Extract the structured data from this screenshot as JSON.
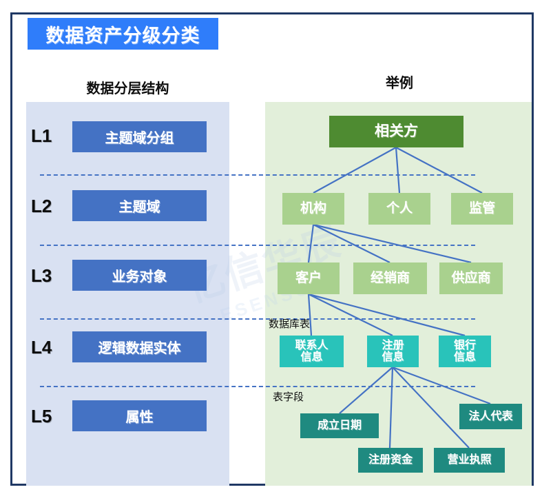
{
  "title": "数据资产分级分类",
  "columns": {
    "left_heading": "数据分层结构",
    "right_heading": "举例"
  },
  "colors": {
    "frame_border": "#1f3864",
    "title_badge": "#2f7dfa",
    "left_panel_bg": "#d9e1f2",
    "right_panel_bg": "#e2efda",
    "level_box": "#4472c4",
    "root_node": "#4e8b31",
    "green_node": "#a9d18e",
    "teal_node": "#29c3ba",
    "dark_teal_node": "#1f8a80",
    "connector": "#4472c4"
  },
  "levels": [
    {
      "id": "L1",
      "code": "L1",
      "label": "主题域分组"
    },
    {
      "id": "L2",
      "code": "L2",
      "label": "主题域"
    },
    {
      "id": "L3",
      "code": "L3",
      "label": "业务对象"
    },
    {
      "id": "L4",
      "code": "L4",
      "label": "逻辑数据实体"
    },
    {
      "id": "L5",
      "code": "L5",
      "label": "属性"
    }
  ],
  "example_tree": {
    "root": {
      "label": "相关方",
      "level": "L1"
    },
    "l2": [
      {
        "label": "机构"
      },
      {
        "label": "个人"
      },
      {
        "label": "监管"
      }
    ],
    "l3": [
      {
        "label": "客户"
      },
      {
        "label": "经销商"
      },
      {
        "label": "供应商"
      }
    ],
    "l4": [
      {
        "label": "联系人\n信息",
        "line1": "联系人",
        "line2": "信息"
      },
      {
        "label": "注册\n信息",
        "line1": "注册",
        "line2": "信息"
      },
      {
        "label": "银行\n信息",
        "line1": "银行",
        "line2": "信息"
      }
    ],
    "l5": [
      {
        "label": "成立日期"
      },
      {
        "label": "注册资金"
      },
      {
        "label": "营业执照"
      },
      {
        "label": "法人代表"
      }
    ]
  },
  "annotations": {
    "db_table": "数据库表",
    "table_field": "表字段"
  },
  "watermark": {
    "line1": "亿信华辰",
    "line2": "ESENSOFT"
  }
}
